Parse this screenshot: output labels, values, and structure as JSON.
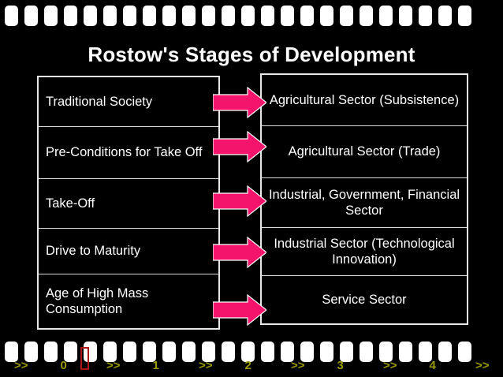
{
  "slide": {
    "title": "Rostow's Stages of Development",
    "background_color": "#000000",
    "text_color": "#ffffff",
    "accent_color": "#f5146b",
    "nav_color": "#9a9a00",
    "highlight_color": "#b01717"
  },
  "stages_table": {
    "left_column": [
      {
        "label": "Traditional Society"
      },
      {
        "label": "Pre-Conditions for Take Off"
      },
      {
        "label": "Take-Off"
      },
      {
        "label": "Drive to Maturity"
      },
      {
        "label": "Age of High Mass Consumption"
      }
    ],
    "right_column": [
      {
        "label": "Agricultural Sector (Subsistence)"
      },
      {
        "label": "Agricultural Sector (Trade)"
      },
      {
        "label": "Industrial, Government, Financial Sector"
      },
      {
        "label": "Industrial Sector (Technological Innovation)"
      },
      {
        "label": "Service Sector"
      }
    ],
    "connectors": [
      {
        "icon": "right-arrow-icon"
      },
      {
        "icon": "right-arrow-icon"
      },
      {
        "icon": "right-arrow-icon"
      },
      {
        "icon": "right-arrow-icon"
      },
      {
        "icon": "right-arrow-icon"
      }
    ]
  },
  "navbar": {
    "items": [
      {
        "label": ">>"
      },
      {
        "label": "0"
      },
      {
        "label": ">>"
      },
      {
        "label": "1"
      },
      {
        "label": ">>"
      },
      {
        "label": "2"
      },
      {
        "label": ">>"
      },
      {
        "label": "3"
      },
      {
        "label": ">>"
      },
      {
        "label": "4"
      },
      {
        "label": ">>"
      }
    ]
  },
  "filmstrip": {
    "perforation_count_top": 24,
    "perforation_count_bottom": 24
  }
}
